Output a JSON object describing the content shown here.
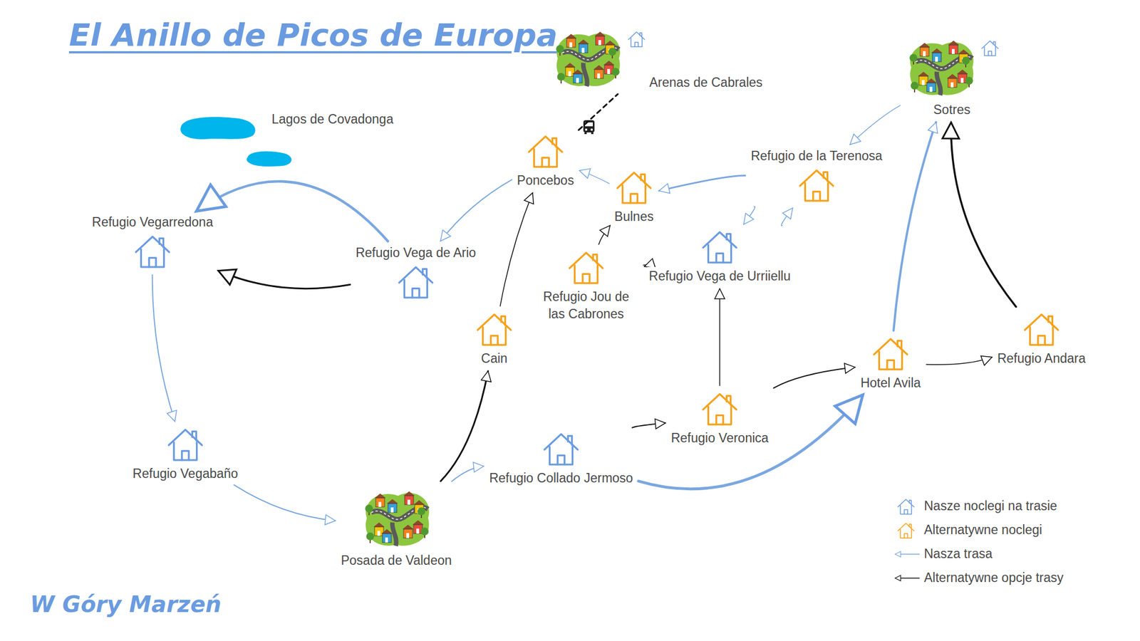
{
  "diagram": {
    "title": "El Anillo de Picos de Europa",
    "nodes": [
      {
        "text": [
          "Arenas de Cabrales"
        ]
      },
      {
        "text": [
          "Sotres"
        ]
      },
      {
        "text": [
          "Refugio  de la Terenosa"
        ]
      },
      {
        "text": [
          "Poncebos"
        ]
      },
      {
        "text": [
          "Bulnes"
        ]
      },
      {
        "text": [
          "Refugio Vegarredona"
        ]
      },
      {
        "text": [
          "Refugio Vega de Ario"
        ]
      },
      {
        "text": [
          "Refugio Vega de Urriiellu"
        ]
      },
      {
        "text": [
          "Refugio Jou de las Cabrones"
        ]
      },
      {
        "text": [
          "Cain"
        ]
      },
      {
        "text": [
          "Hotel Avila"
        ]
      },
      {
        "text": [
          "Refugio Andara"
        ]
      },
      {
        "text": [
          "Refugio Veronica"
        ]
      },
      {
        "text": [
          "Refugio Vegabaño"
        ]
      },
      {
        "text": [
          "Refugio Collado Jermoso"
        ]
      },
      {
        "text": [
          "Posada de Valdeon"
        ]
      }
    ],
    "edges": [
      {
        "from": 15,
        "to": 14,
        "arrow": "to"
      },
      {
        "from": 14,
        "to": 10,
        "arrow": "to"
      },
      {
        "from": 10,
        "to": 1,
        "arrow": "to"
      },
      {
        "from": 1,
        "to": 2,
        "arrow": "to"
      },
      {
        "from": 2,
        "to": 4,
        "arrow": "to"
      },
      {
        "from": 4,
        "to": 3,
        "arrow": "to"
      },
      {
        "from": 2,
        "to": 7,
        "arrow": "to"
      },
      {
        "from": 7,
        "to": 2,
        "arrow": "to"
      },
      {
        "from": 3,
        "to": 6,
        "arrow": "to"
      },
      {
        "from": 6,
        "to": 5,
        "arrow": "to"
      },
      {
        "from": 5,
        "to": 13,
        "arrow": "to"
      },
      {
        "from": 13,
        "to": 15,
        "arrow": "to"
      },
      {
        "from": 15,
        "to": 9,
        "arrow": "to"
      },
      {
        "from": 9,
        "to": 3,
        "arrow": "to"
      },
      {
        "from": 6,
        "to": 5,
        "arrow": "to"
      },
      {
        "from": 14,
        "to": 12,
        "arrow": "to"
      },
      {
        "from": 12,
        "to": 7,
        "arrow": "to"
      },
      {
        "from": 12,
        "to": 10,
        "arrow": "to"
      },
      {
        "from": 10,
        "to": 11,
        "arrow": "to"
      },
      {
        "from": 11,
        "to": 1,
        "arrow": "to"
      },
      {
        "from": 7,
        "to": 8,
        "arrow": "to"
      },
      {
        "from": 8,
        "to": 4,
        "arrow": "to"
      },
      {
        "from": 3,
        "to": 0,
        "arrow": "none"
      }
    ],
    "labels": [
      "Lagos de Covadonga",
      "W Góry Marzeń"
    ],
    "legend": [
      {
        "text": "Nasze noclegi na trasie"
      },
      {
        "text": "Alternatywne noclegi"
      },
      {
        "text": "Nasza trasa"
      },
      {
        "text": "Alternatywne opcje trasy"
      }
    ]
  }
}
